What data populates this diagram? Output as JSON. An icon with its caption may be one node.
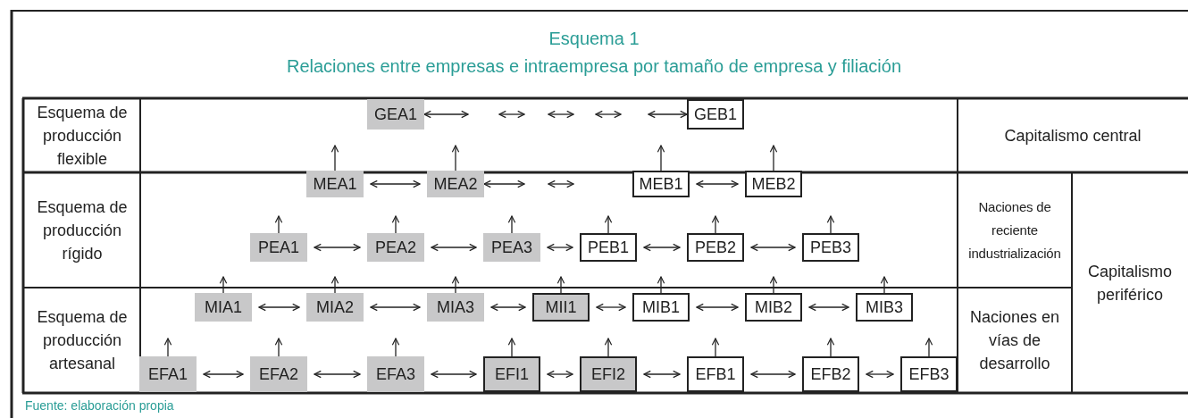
{
  "diagram": {
    "title": "Esquema 1",
    "caption": "Fuente: elaboración propia",
    "nodes": [
      {
        "text": [
          "GEA1"
        ]
      },
      {
        "text": [
          "GEB1"
        ]
      },
      {
        "text": [
          "MEA1"
        ]
      },
      {
        "text": [
          "MEA2"
        ]
      },
      {
        "text": [
          "MEB1"
        ]
      },
      {
        "text": [
          "MEB2"
        ]
      },
      {
        "text": [
          "PEA1"
        ]
      },
      {
        "text": [
          "PEA2"
        ]
      },
      {
        "text": [
          "PEA3"
        ]
      },
      {
        "text": [
          "PEB1"
        ]
      },
      {
        "text": [
          "PEB2"
        ]
      },
      {
        "text": [
          "PEB3"
        ]
      },
      {
        "text": [
          "MIA1"
        ]
      },
      {
        "text": [
          "MIA2"
        ]
      },
      {
        "text": [
          "MIA3"
        ]
      },
      {
        "text": [
          "MII1"
        ]
      },
      {
        "text": [
          "MIB1"
        ]
      },
      {
        "text": [
          "MIB2"
        ]
      },
      {
        "text": [
          "MIB3"
        ]
      },
      {
        "text": [
          "EFA1"
        ]
      },
      {
        "text": [
          "EFA2"
        ]
      },
      {
        "text": [
          "EFA3"
        ]
      },
      {
        "text": [
          "EFI1"
        ]
      },
      {
        "text": [
          "EFI2"
        ]
      },
      {
        "text": [
          "EFB1"
        ]
      },
      {
        "text": [
          "EFB2"
        ]
      },
      {
        "text": [
          "EFB3"
        ]
      }
    ],
    "edges": [
      {
        "from": 0,
        "to": null,
        "arrow": "both"
      },
      {
        "from": null,
        "to": 1,
        "arrow": "both"
      },
      {
        "from": 2,
        "to": null,
        "arrow": "to"
      },
      {
        "from": 3,
        "to": null,
        "arrow": "to"
      },
      {
        "from": 4,
        "to": null,
        "arrow": "to"
      },
      {
        "from": 5,
        "to": null,
        "arrow": "to"
      },
      {
        "from": 2,
        "to": 3,
        "arrow": "both"
      },
      {
        "from": 3,
        "to": null,
        "arrow": "both"
      },
      {
        "from": 4,
        "to": 5,
        "arrow": "both"
      },
      {
        "from": 6,
        "to": null,
        "arrow": "to"
      },
      {
        "from": 7,
        "to": null,
        "arrow": "to"
      },
      {
        "from": 8,
        "to": null,
        "arrow": "to"
      },
      {
        "from": 9,
        "to": null,
        "arrow": "to"
      },
      {
        "from": 10,
        "to": null,
        "arrow": "to"
      },
      {
        "from": 11,
        "to": null,
        "arrow": "to"
      },
      {
        "from": 6,
        "to": 7,
        "arrow": "both"
      },
      {
        "from": 7,
        "to": 8,
        "arrow": "both"
      },
      {
        "from": 8,
        "to": 9,
        "arrow": "both"
      },
      {
        "from": 9,
        "to": 10,
        "arrow": "both"
      },
      {
        "from": 10,
        "to": 11,
        "arrow": "both"
      },
      {
        "from": 12,
        "to": null,
        "arrow": "to"
      },
      {
        "from": 13,
        "to": null,
        "arrow": "to"
      },
      {
        "from": 14,
        "to": null,
        "arrow": "to"
      },
      {
        "from": 15,
        "to": null,
        "arrow": "to"
      },
      {
        "from": 16,
        "to": null,
        "arrow": "to"
      },
      {
        "from": 17,
        "to": null,
        "arrow": "to"
      },
      {
        "from": 18,
        "to": null,
        "arrow": "to"
      },
      {
        "from": 12,
        "to": 13,
        "arrow": "both"
      },
      {
        "from": 13,
        "to": 14,
        "arrow": "both"
      },
      {
        "from": 14,
        "to": 15,
        "arrow": "both"
      },
      {
        "from": 15,
        "to": 16,
        "arrow": "both"
      },
      {
        "from": 16,
        "to": 17,
        "arrow": "both"
      },
      {
        "from": 17,
        "to": 18,
        "arrow": "both"
      },
      {
        "from": 19,
        "to": null,
        "arrow": "to"
      },
      {
        "from": 20,
        "to": null,
        "arrow": "to"
      },
      {
        "from": 21,
        "to": null,
        "arrow": "to"
      },
      {
        "from": 22,
        "to": null,
        "arrow": "to"
      },
      {
        "from": 23,
        "to": null,
        "arrow": "to"
      },
      {
        "from": 24,
        "to": null,
        "arrow": "to"
      },
      {
        "from": 25,
        "to": null,
        "arrow": "to"
      },
      {
        "from": 26,
        "to": null,
        "arrow": "to"
      },
      {
        "from": 19,
        "to": 20,
        "arrow": "both"
      },
      {
        "from": 20,
        "to": 21,
        "arrow": "both"
      },
      {
        "from": 21,
        "to": 22,
        "arrow": "both"
      },
      {
        "from": 22,
        "to": 23,
        "arrow": "both"
      },
      {
        "from": 23,
        "to": 24,
        "arrow": "both"
      },
      {
        "from": 24,
        "to": 25,
        "arrow": "both"
      },
      {
        "from": 25,
        "to": 26,
        "arrow": "both"
      }
    ],
    "labels": [
      "Relaciones entre empresas e intraempresa por tamaño de empresa y filiación",
      "Esquema de producción flexible",
      "Capitalismo central",
      "Esquema de producción rígido",
      "Naciones de reciente industrialización",
      "Capitalismo periférico",
      "Esquema de producción artesanal",
      "Naciones en vías de desarrollo"
    ]
  }
}
